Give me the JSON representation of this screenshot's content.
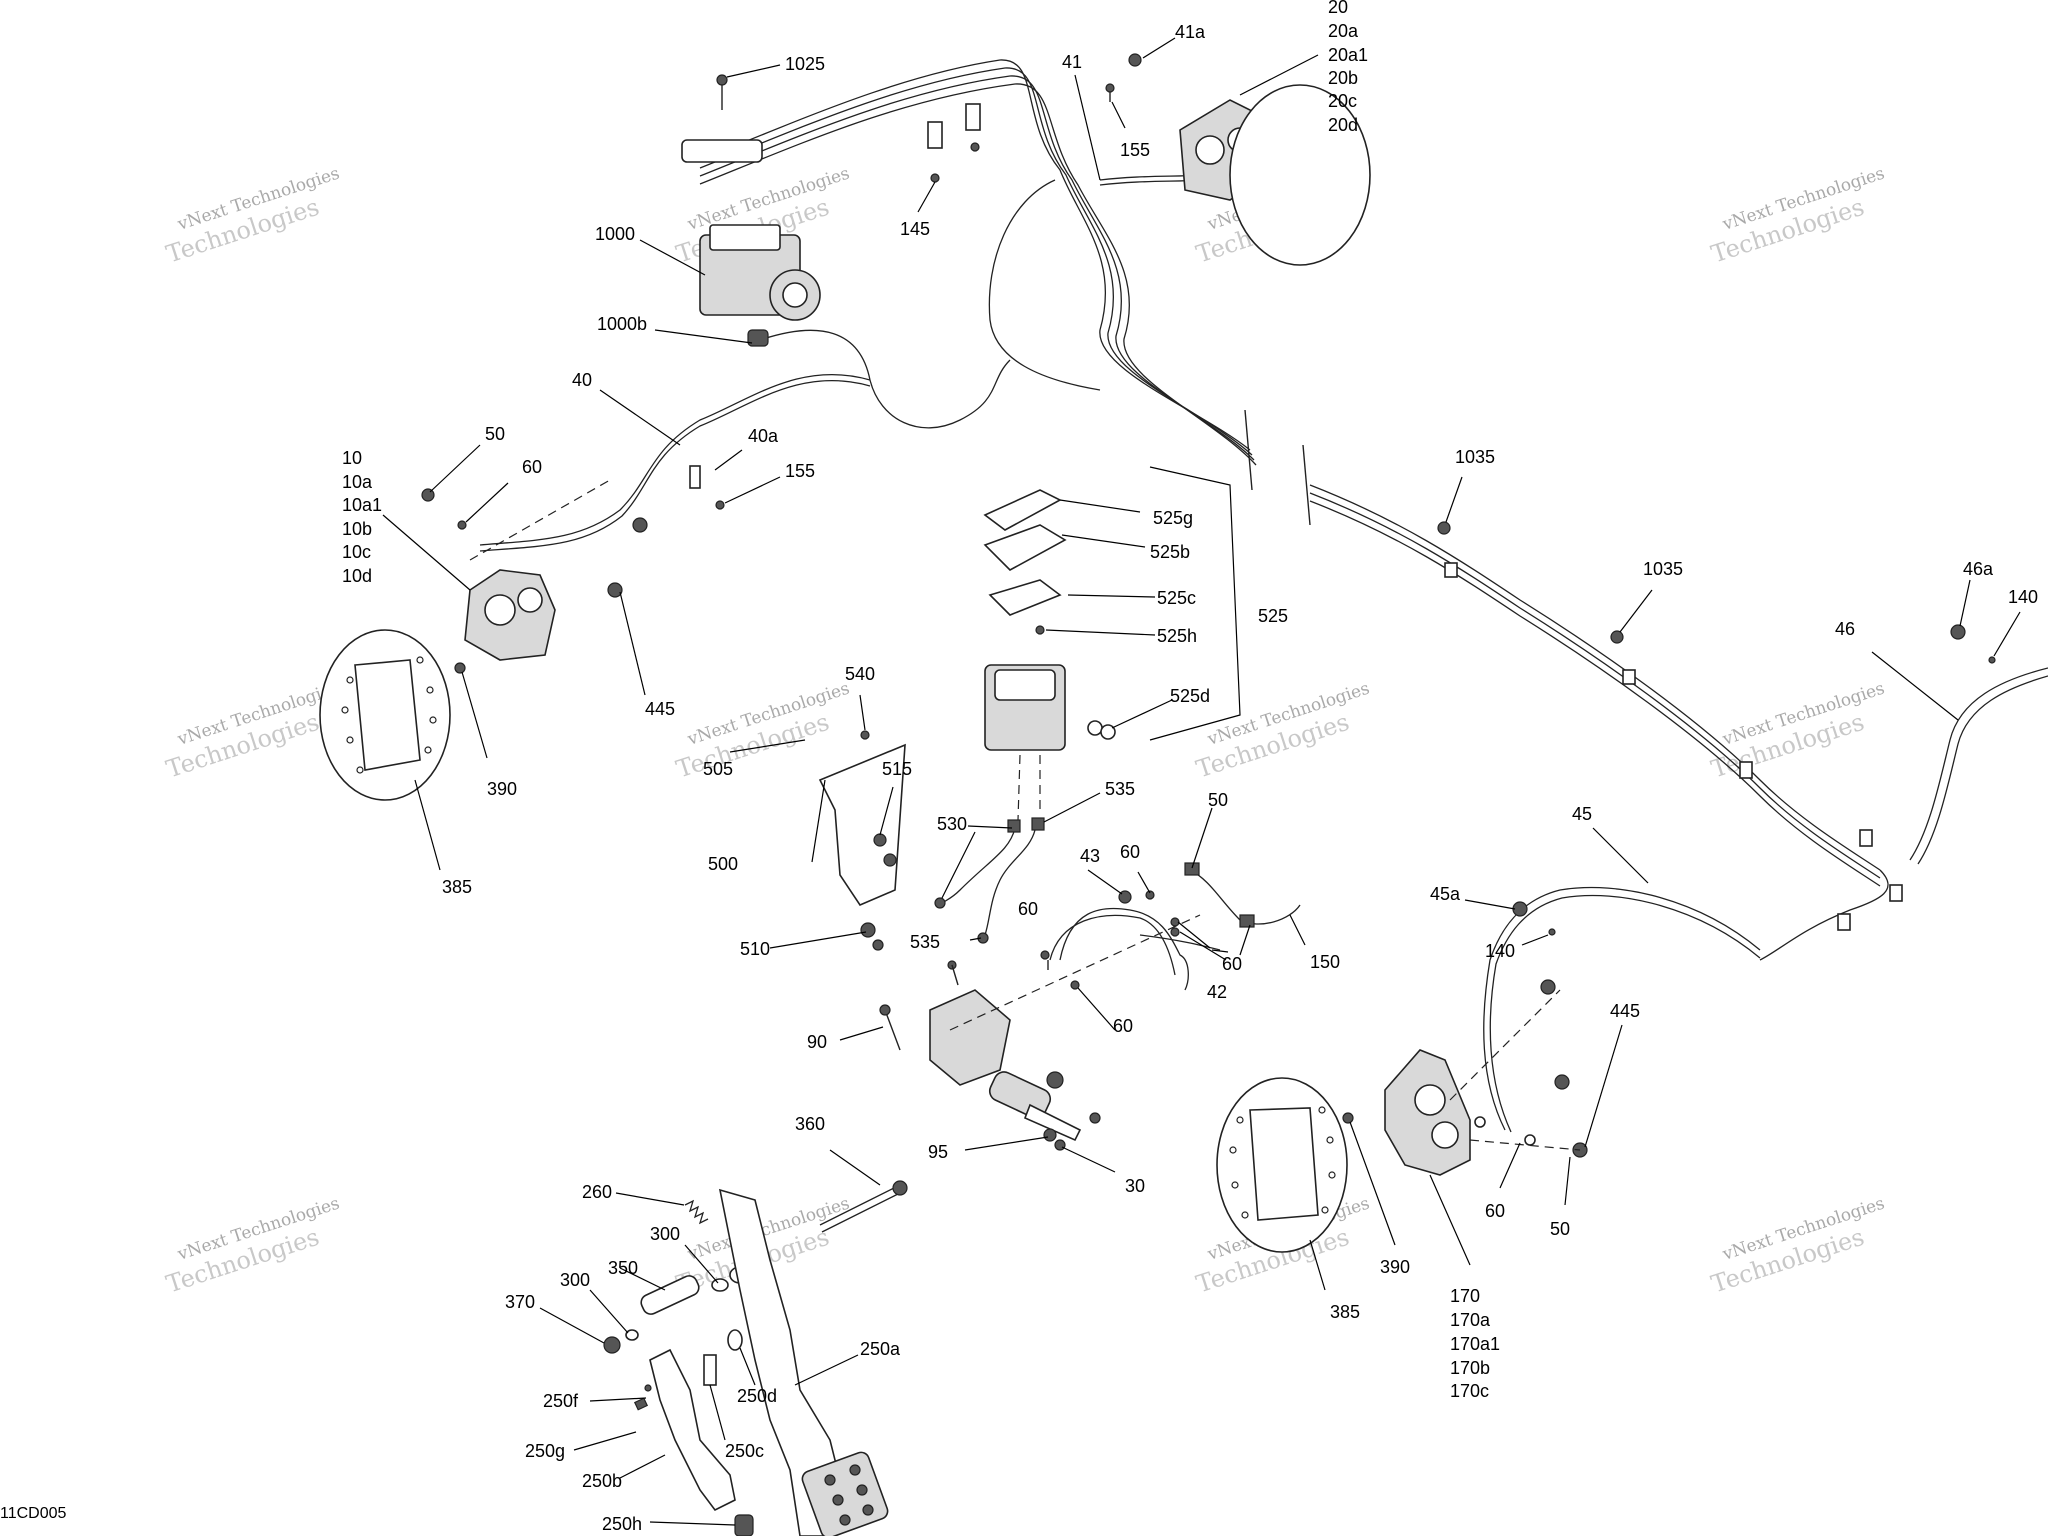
{
  "diagram_id": "11CD005",
  "watermark": {
    "line1": "vNext Technologies",
    "line2": "Technologies"
  },
  "labels": {
    "p1025": "1025",
    "p41": "41",
    "p41a": "41a",
    "p20": "20",
    "p20a": "20a",
    "p20a1": "20a1",
    "p20b": "20b",
    "p20c": "20c",
    "p20d": "20d",
    "p155_top": "155",
    "p145": "145",
    "p1000": "1000",
    "p1000b": "1000b",
    "p40": "40",
    "p40a": "40a",
    "p155_mid": "155",
    "p50_left": "50",
    "p60_left": "60",
    "p10": "10",
    "p10a": "10a",
    "p10a1": "10a1",
    "p10b": "10b",
    "p10c": "10c",
    "p10d": "10d",
    "p445_left": "445",
    "p390_left": "390",
    "p385_left": "385",
    "p525g": "525g",
    "p525b": "525b",
    "p525c": "525c",
    "p525h": "525h",
    "p525": "525",
    "p525d": "525d",
    "p540": "540",
    "p505": "505",
    "p515": "515",
    "p500": "500",
    "p510": "510",
    "p530": "530",
    "p535_top": "535",
    "p535_bot": "535",
    "p43": "43",
    "p60_a": "60",
    "p50_mid": "50",
    "p60_b": "60",
    "p60_c": "60",
    "p42": "42",
    "p150": "150",
    "p60_d": "60",
    "p90": "90",
    "p95": "95",
    "p30": "30",
    "p360": "360",
    "p260": "260",
    "p300_a": "300",
    "p350": "350",
    "p370": "370",
    "p300_b": "300",
    "p250a": "250a",
    "p250f": "250f",
    "p250d": "250d",
    "p250g": "250g",
    "p250c": "250c",
    "p250b": "250b",
    "p250h": "250h",
    "p1035_a": "1035",
    "p1035_b": "1035",
    "p46a": "46a",
    "p140_a": "140",
    "p46": "46",
    "p45": "45",
    "p45a": "45a",
    "p140_b": "140",
    "p445_right": "445",
    "p60_right": "60",
    "p50_right": "50",
    "p390_right": "390",
    "p385_right": "385",
    "p170": "170",
    "p170a": "170a",
    "p170a1": "170a1",
    "p170b": "170b",
    "p170c": "170c"
  }
}
